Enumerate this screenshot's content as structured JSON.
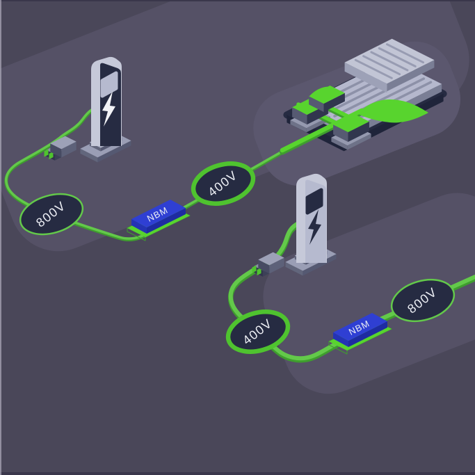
{
  "illustration": {
    "description": "Isometric EV charging illustration: two charging stations converting between 800V and 400V through NBM modules, feeding an EV battery pack",
    "top_chain": {
      "input_label": "800V",
      "converter_label": "NBM",
      "output_label": "400V"
    },
    "bottom_chain": {
      "input_label": "800V",
      "converter_label": "NBM",
      "output_label": "400V"
    }
  },
  "colors": {
    "bg": "#4a4759",
    "band": "#555166",
    "platform": "#5b576e",
    "navy": "#262b42",
    "navy_deep": "#1f243a",
    "cable": "#63c94a",
    "cable_dark": "#3f9e2e",
    "green_bright": "#58d42e",
    "green_mid": "#4fc32f",
    "blue_top": "#2f3fd3",
    "blue_left": "#2433b4",
    "blue_right": "#1e2ba1",
    "gray_light": "#c6c9d9",
    "gray_front": "#b6bacf",
    "gray_mid": "#9a9eb5",
    "gray_step": "#aeb2c6",
    "gray_dark": "#62667c",
    "gray_darker": "#555972",
    "slat": "#8d91a8",
    "cover": "#b5b8cd",
    "cover_skirt": "#8e92a9",
    "cover_skirt2": "#7a7e95",
    "rear_top": "#c2c5d5",
    "rear_skirt": "#9da1b7",
    "rear_slat": "#989cb2",
    "module_left": "#565a72",
    "module_right": "#31364e",
    "ped_top": "#9599af",
    "ped_side": "#6e7288",
    "plug_top": "#9da1b7",
    "plug_left": "#474b63",
    "plug_right": "#5d6179",
    "nose_top": "#8a8ea4",
    "nose_left": "#31354c",
    "nose_right": "#3c4057",
    "white": "#f2f3f7",
    "label": "#eef0f6",
    "edge_light": "#b8b6c4",
    "edge_dark": "#3a374b"
  }
}
